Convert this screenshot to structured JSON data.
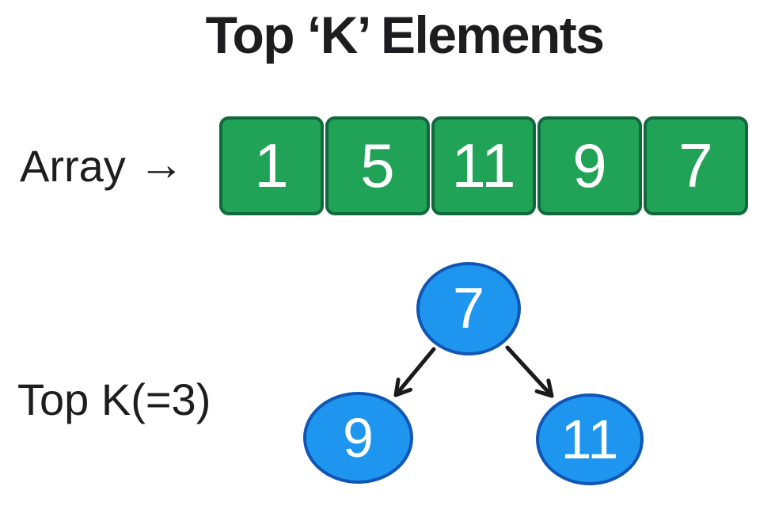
{
  "title": "Top ‘K’ Elements",
  "array": {
    "label": "Array",
    "arrow_glyph": "→",
    "cells": [
      "1",
      "5",
      "11",
      "9",
      "7"
    ]
  },
  "tree": {
    "label": "Top K(=3)",
    "root": "7",
    "left_child": "9",
    "right_child": "11"
  },
  "colors": {
    "background": "#ffffff",
    "text": "#1d1d1f",
    "array_box_fill": "#21a357",
    "array_box_border": "#10693c",
    "node_fill": "#1e96f0",
    "node_border": "#1056b4",
    "number_text": "#ffffff",
    "edge_stroke": "#1a1a1a"
  }
}
